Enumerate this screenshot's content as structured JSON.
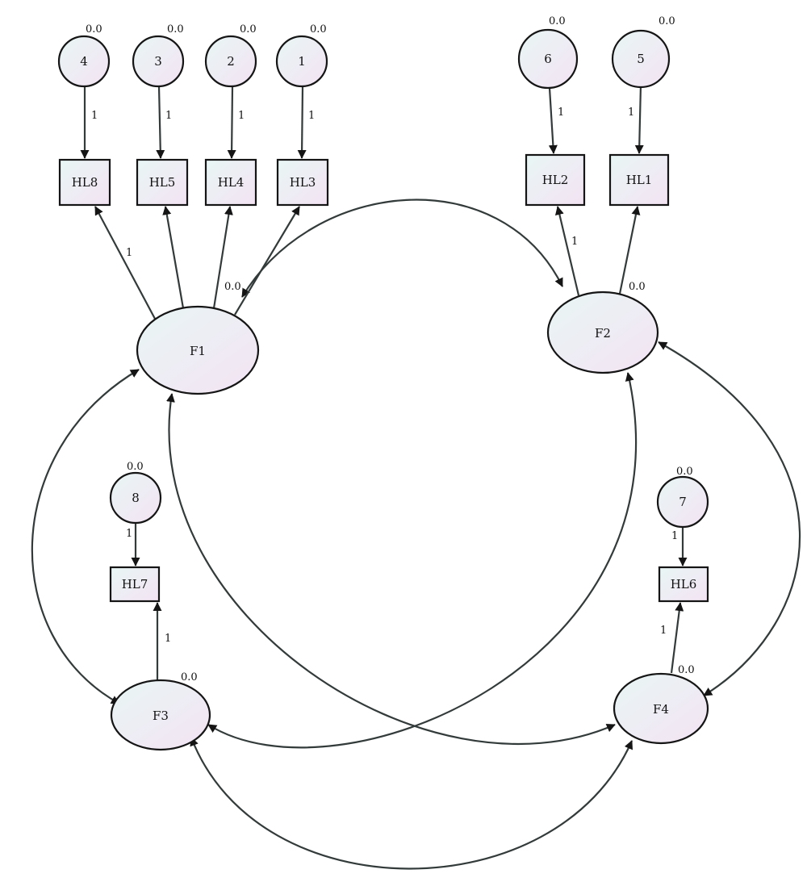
{
  "diagram": {
    "latent_factors": [
      {
        "id": "F1",
        "label": "F1",
        "variance_label": "0.0"
      },
      {
        "id": "F2",
        "label": "F2",
        "variance_label": "0.0"
      },
      {
        "id": "F3",
        "label": "F3",
        "variance_label": "0.0"
      },
      {
        "id": "F4",
        "label": "F4",
        "variance_label": "0.0"
      }
    ],
    "indicators": [
      {
        "id": "HL8",
        "label": "HL8"
      },
      {
        "id": "HL5",
        "label": "HL5"
      },
      {
        "id": "HL4",
        "label": "HL4"
      },
      {
        "id": "HL3",
        "label": "HL3"
      },
      {
        "id": "HL2",
        "label": "HL2"
      },
      {
        "id": "HL1",
        "label": "HL1"
      },
      {
        "id": "HL7",
        "label": "HL7"
      },
      {
        "id": "HL6",
        "label": "HL6"
      }
    ],
    "error_terms": [
      {
        "id": "e4",
        "label": "4",
        "mean_label": "0.0"
      },
      {
        "id": "e3",
        "label": "3",
        "mean_label": "0.0"
      },
      {
        "id": "e2",
        "label": "2",
        "mean_label": "0.0"
      },
      {
        "id": "e1",
        "label": "1",
        "mean_label": "0.0"
      },
      {
        "id": "e6",
        "label": "6",
        "mean_label": "0.0"
      },
      {
        "id": "e5",
        "label": "5",
        "mean_label": "0.0"
      },
      {
        "id": "e8",
        "label": "8",
        "mean_label": "0.0"
      },
      {
        "id": "e7",
        "label": "7",
        "mean_label": "0.0"
      }
    ],
    "error_paths": [
      {
        "from": "e4",
        "to": "HL8",
        "label": "1"
      },
      {
        "from": "e3",
        "to": "HL5",
        "label": "1"
      },
      {
        "from": "e2",
        "to": "HL4",
        "label": "1"
      },
      {
        "from": "e1",
        "to": "HL3",
        "label": "1"
      },
      {
        "from": "e6",
        "to": "HL2",
        "label": "1"
      },
      {
        "from": "e5",
        "to": "HL1",
        "label": "1"
      },
      {
        "from": "e8",
        "to": "HL7",
        "label": "1"
      },
      {
        "from": "e7",
        "to": "HL6",
        "label": "1"
      }
    ],
    "loadings": [
      {
        "from": "F1",
        "to": "HL8",
        "label": "1"
      },
      {
        "from": "F1",
        "to": "HL5",
        "label": ""
      },
      {
        "from": "F1",
        "to": "HL4",
        "label": ""
      },
      {
        "from": "F1",
        "to": "HL3",
        "label": ""
      },
      {
        "from": "F2",
        "to": "HL2",
        "label": "1"
      },
      {
        "from": "F2",
        "to": "HL1",
        "label": ""
      },
      {
        "from": "F3",
        "to": "HL7",
        "label": "1"
      },
      {
        "from": "F4",
        "to": "HL6",
        "label": "1"
      }
    ],
    "covariances": [
      {
        "a": "F1",
        "b": "F2"
      },
      {
        "a": "F1",
        "b": "F3"
      },
      {
        "a": "F1",
        "b": "F4"
      },
      {
        "a": "F2",
        "b": "F3"
      },
      {
        "a": "F2",
        "b": "F4"
      },
      {
        "a": "F3",
        "b": "F4"
      }
    ]
  },
  "colors": {
    "stroke": "#151515",
    "edge": "#333a3a",
    "node_fill_start": "#e8f6f4",
    "node_fill_end": "#f3e3f3"
  }
}
